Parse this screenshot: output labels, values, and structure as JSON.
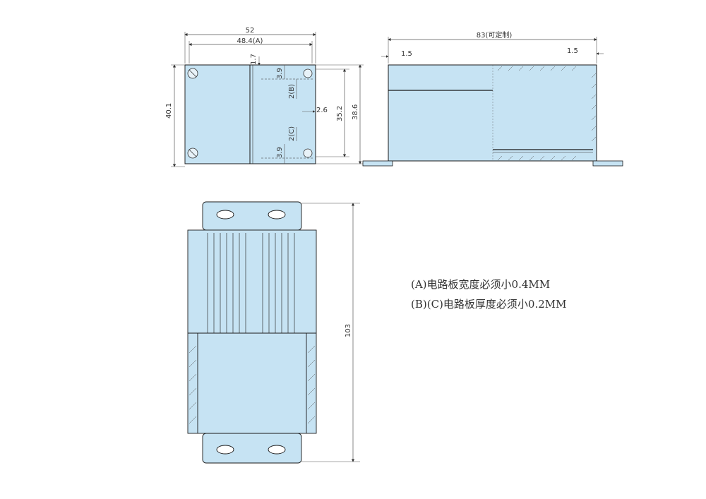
{
  "colors": {
    "body_fill": "#c6e3f3",
    "line": "#1a1a1a",
    "dim_line": "#555555"
  },
  "front_view": {
    "width_overall": "52",
    "width_inner": "48.4(A)",
    "dim_1_7": "1.7",
    "dim_3_9_top": "3.9",
    "dim_2_b": "2(B)",
    "dim_2_6": "2.6",
    "dim_2_c": "2(C)",
    "dim_3_9_bottom": "3.9",
    "height_left": "40.1",
    "height_inner": "35.2",
    "height_outer": "38.6"
  },
  "side_view": {
    "length": "83(可定制)",
    "left_offset": "1.5",
    "right_offset": "1.5"
  },
  "top_view": {
    "length": "103"
  },
  "notes": [
    "(A)电路板宽度必须小0.4MM",
    "(B)(C)电路板厚度必须小0.2MM"
  ]
}
